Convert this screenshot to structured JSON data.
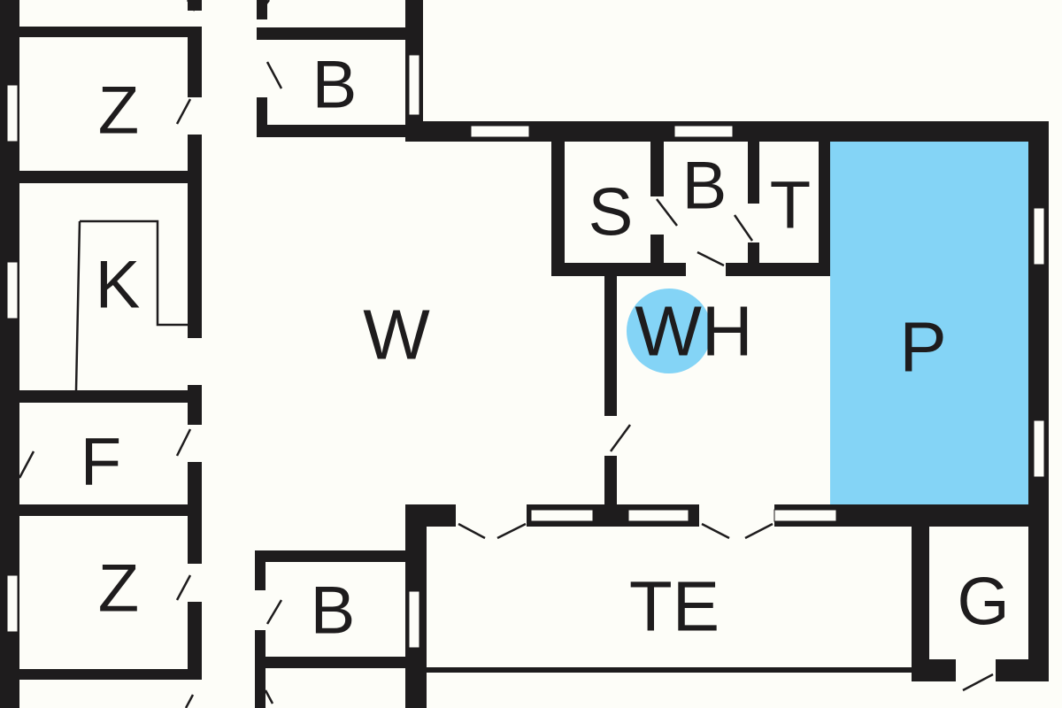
{
  "plan": {
    "colors": {
      "background": "#fdfdf8",
      "wall": "#1e1c1d",
      "highlight": "#84d4f6"
    },
    "rooms": {
      "z_top": "Z",
      "k": "K",
      "f": "F",
      "z_bottom": "Z",
      "b_top": "B",
      "w": "W",
      "s": "S",
      "b_mid": "B",
      "t": "T",
      "wh": "WH",
      "p": "P",
      "te": "TE",
      "g": "G",
      "b_bottom": "B"
    }
  }
}
